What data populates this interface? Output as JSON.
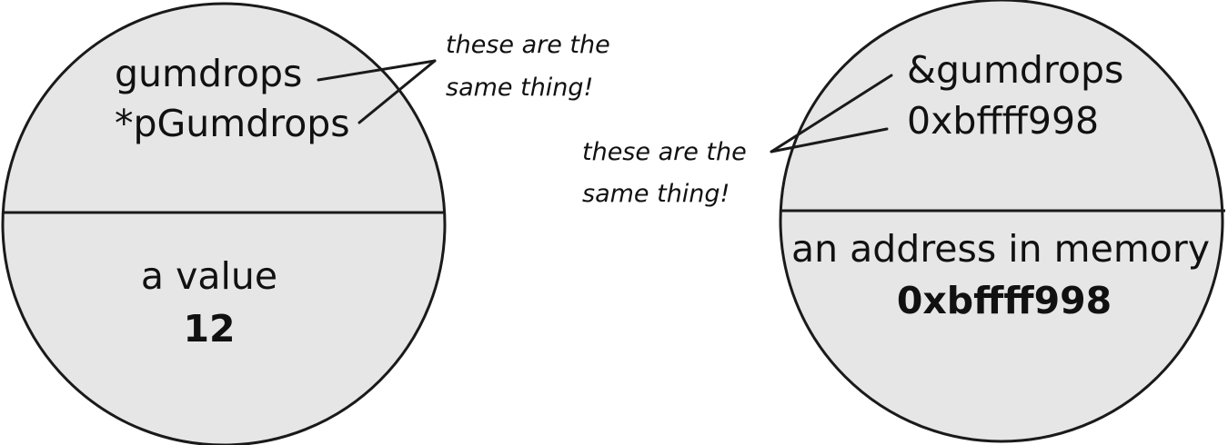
{
  "left": {
    "top_line_1": "gumdrops",
    "top_line_2": "*pGumdrops",
    "bottom_label": "a value",
    "bottom_value": "12",
    "note_line_1": "these are the",
    "note_line_2": "same thing!"
  },
  "right": {
    "top_line_1": "&gumdrops",
    "top_line_2": "0xbffff998",
    "bottom_label": "an address in memory",
    "bottom_value": "0xbffff998",
    "note_line_1": "these are the",
    "note_line_2": "same thing!"
  }
}
